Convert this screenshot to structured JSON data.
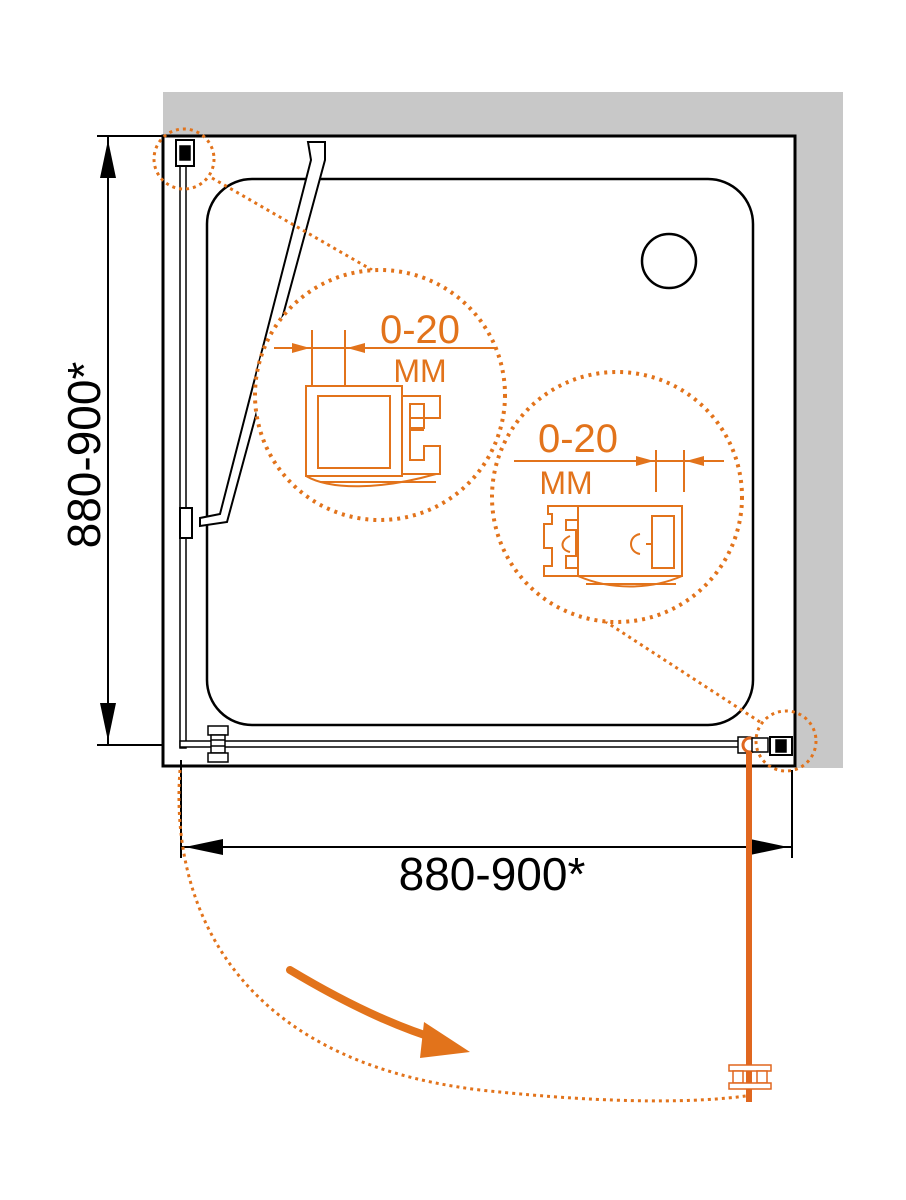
{
  "dimensions": {
    "width_label": "880-900*",
    "depth_label": "880-900*"
  },
  "callouts": {
    "top_left": {
      "range": "0-20",
      "unit": "MM"
    },
    "bottom_right": {
      "range": "0-20",
      "unit": "MM"
    }
  },
  "colors": {
    "accent": "#e2731b",
    "door": "#e0671f",
    "wall": "#c8c8c8",
    "line": "#000000"
  },
  "icons": [
    "drain-icon",
    "hinge-icon",
    "handle-icon",
    "swing-arrow-icon"
  ]
}
